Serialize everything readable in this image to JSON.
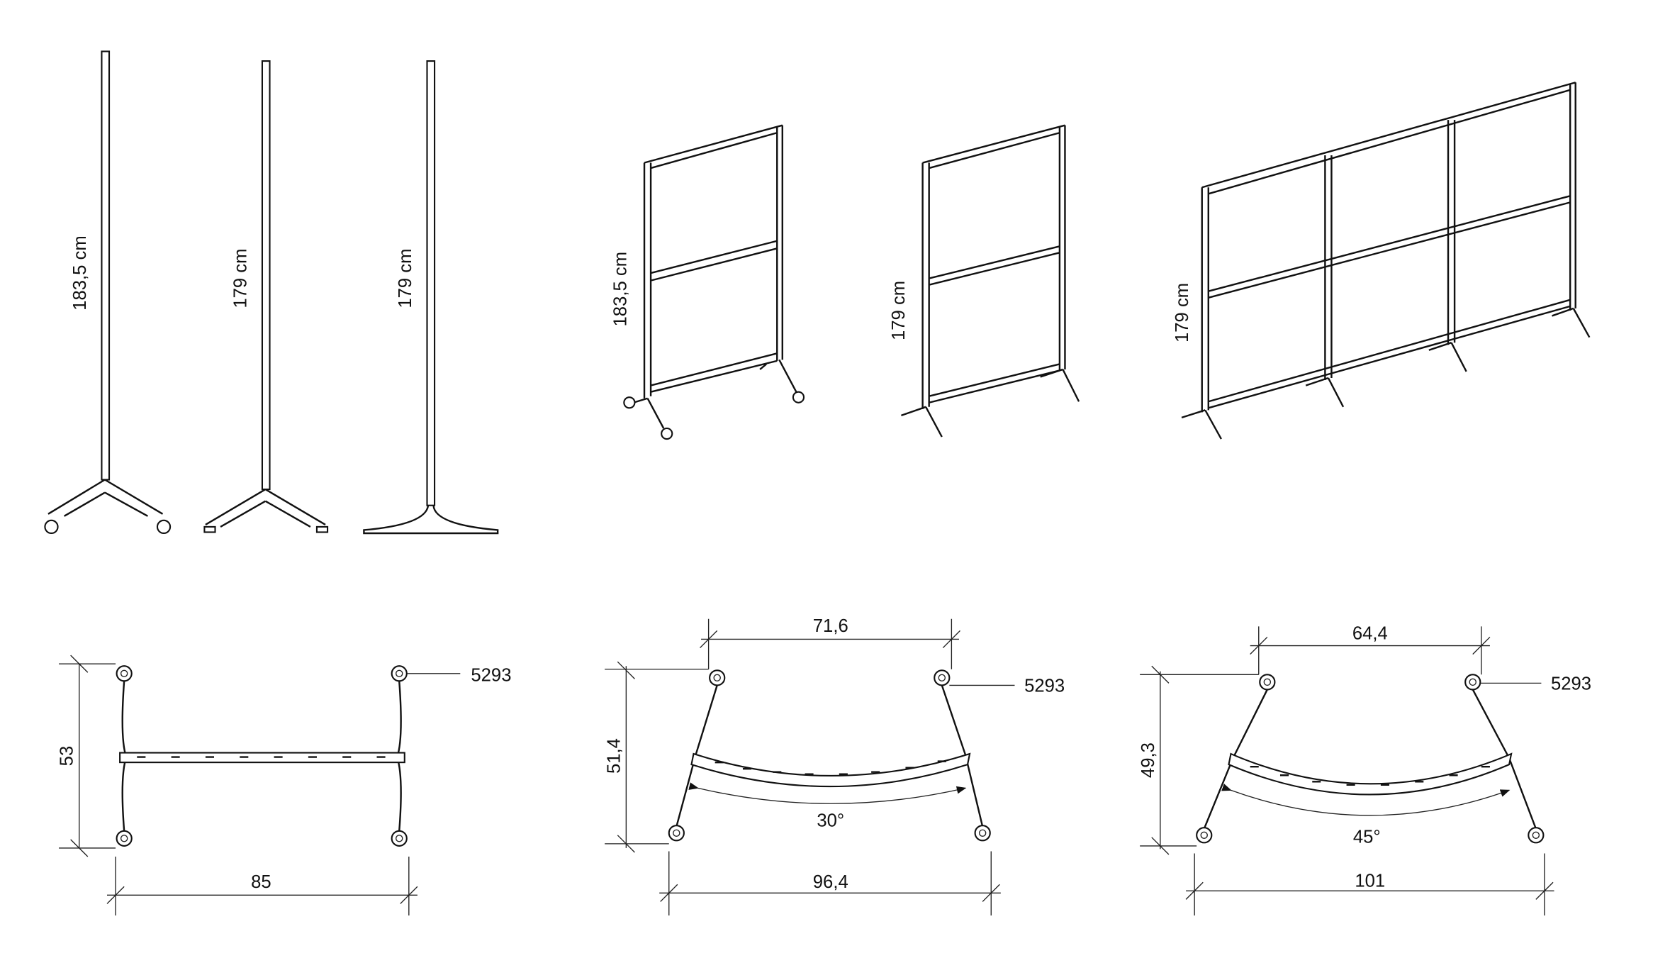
{
  "elevations": {
    "post_wheels_height": "183,5 cm",
    "post_glides_height": "179 cm",
    "post_flat_height": "179 cm"
  },
  "perspectives": {
    "panel_wheels_height": "183,5 cm",
    "panel_glides_height": "179 cm",
    "panel_triple_height": "179 cm"
  },
  "plans": {
    "straight": {
      "depth": "53",
      "width": "85",
      "code": "5293"
    },
    "curve30": {
      "top_width": "71,6",
      "bottom_width": "96,4",
      "depth": "51,4",
      "angle": "30°",
      "code": "5293"
    },
    "curve45": {
      "top_width": "64,4",
      "bottom_width": "101",
      "depth": "49,3",
      "angle": "45°",
      "code": "5293"
    }
  }
}
